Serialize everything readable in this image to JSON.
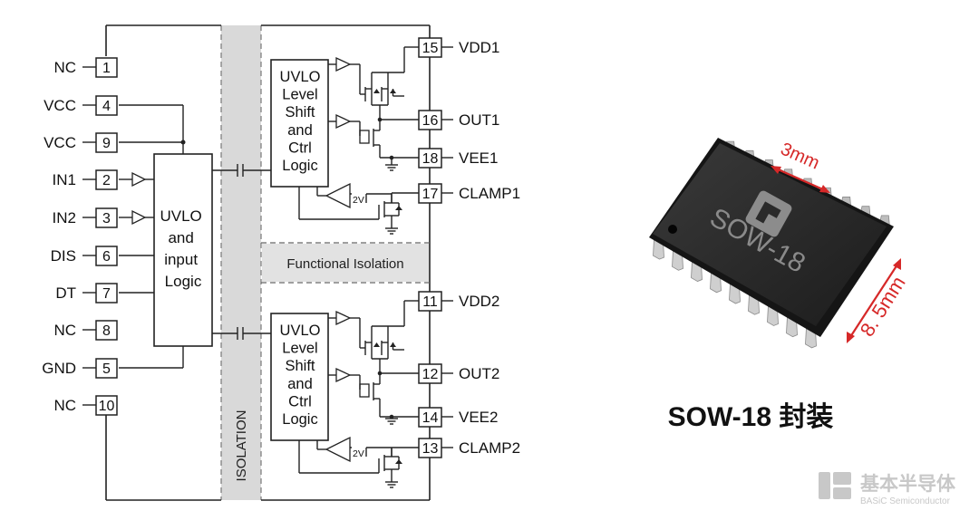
{
  "diagram": {
    "left_pins": [
      {
        "name": "NC",
        "num": "1"
      },
      {
        "name": "VCC",
        "num": "4"
      },
      {
        "name": "VCC",
        "num": "9"
      },
      {
        "name": "IN1",
        "num": "2"
      },
      {
        "name": "IN2",
        "num": "3"
      },
      {
        "name": "DIS",
        "num": "6"
      },
      {
        "name": "DT",
        "num": "7"
      },
      {
        "name": "NC",
        "num": "8"
      },
      {
        "name": "GND",
        "num": "5"
      },
      {
        "name": "NC",
        "num": "10"
      }
    ],
    "right_pins": [
      {
        "name": "VDD1",
        "num": "15"
      },
      {
        "name": "OUT1",
        "num": "16"
      },
      {
        "name": "VEE1",
        "num": "18"
      },
      {
        "name": "CLAMP1",
        "num": "17"
      },
      {
        "name": "VDD2",
        "num": "11"
      },
      {
        "name": "OUT2",
        "num": "12"
      },
      {
        "name": "VEE2",
        "num": "14"
      },
      {
        "name": "CLAMP2",
        "num": "13"
      }
    ],
    "input_block_lines": [
      "UVLO",
      "and",
      "input",
      "Logic"
    ],
    "output_block_lines": [
      "UVLO",
      "Level",
      "Shift",
      "and",
      "Ctrl",
      "Logic"
    ],
    "isolation_label": "ISOLATION",
    "functional_isolation_label": "Functional Isolation",
    "clamp_voltage": "2V"
  },
  "package": {
    "chip_label": "SOW-18",
    "dim_width": "3mm",
    "dim_length": "8. 5mm",
    "caption": "SOW-18 封装"
  },
  "watermark": {
    "cn": "基本半导体",
    "en": "BASiC Semiconductor"
  },
  "colors": {
    "line": "#222222",
    "isolation_band": "#d9d9d9",
    "chip_body": "#2b2b2b",
    "dimension_red": "#d62828",
    "watermark": "#c8c8c8"
  }
}
